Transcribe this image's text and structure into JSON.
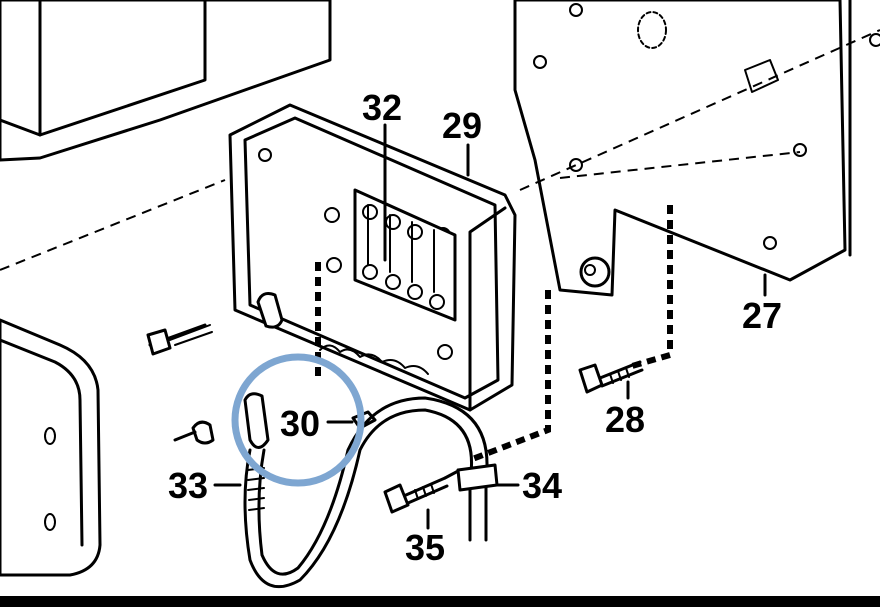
{
  "callouts": {
    "c27": "27",
    "c28": "28",
    "c29": "29",
    "c30": "30",
    "c32": "32",
    "c33": "33",
    "c34": "34",
    "c35": "35"
  },
  "colors": {
    "line": "#000000",
    "highlight": "#7ea6d1",
    "background": "#ffffff"
  }
}
